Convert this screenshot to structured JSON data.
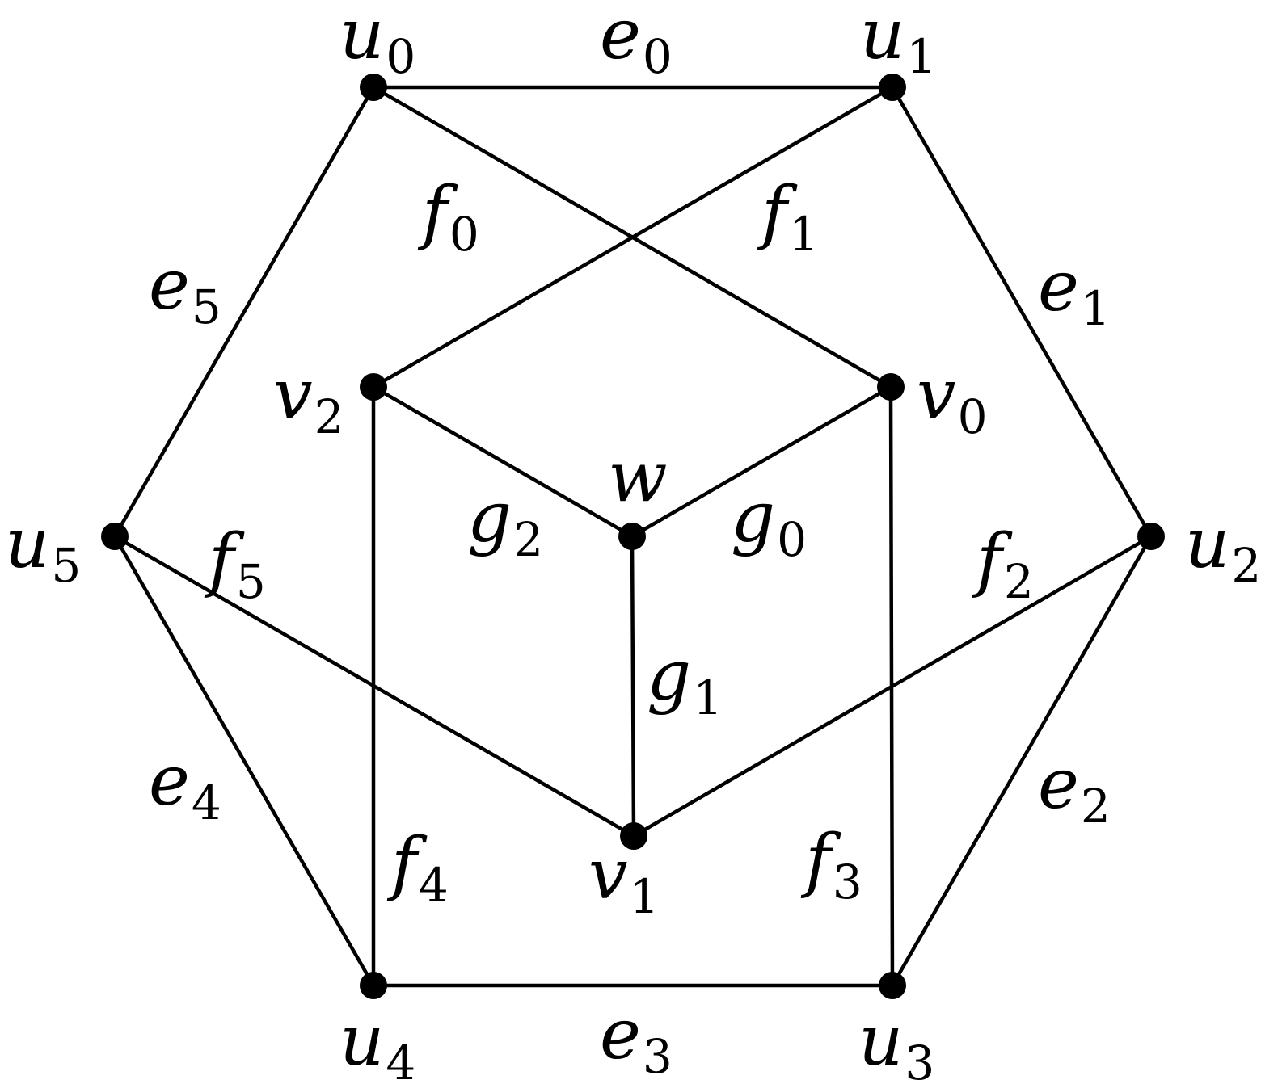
{
  "graph": {
    "vertices": [
      {
        "id": "u0",
        "name": "u",
        "sub": "0"
      },
      {
        "id": "u1",
        "name": "u",
        "sub": "1"
      },
      {
        "id": "u2",
        "name": "u",
        "sub": "2"
      },
      {
        "id": "u3",
        "name": "u",
        "sub": "3"
      },
      {
        "id": "u4",
        "name": "u",
        "sub": "4"
      },
      {
        "id": "u5",
        "name": "u",
        "sub": "5"
      },
      {
        "id": "v0",
        "name": "v",
        "sub": "0"
      },
      {
        "id": "v1",
        "name": "v",
        "sub": "1"
      },
      {
        "id": "v2",
        "name": "v",
        "sub": "2"
      },
      {
        "id": "w",
        "name": "w",
        "sub": ""
      }
    ],
    "edges": [
      {
        "id": "e0",
        "from": "u0",
        "to": "u1",
        "name": "e",
        "sub": "0"
      },
      {
        "id": "e1",
        "from": "u1",
        "to": "u2",
        "name": "e",
        "sub": "1"
      },
      {
        "id": "e2",
        "from": "u2",
        "to": "u3",
        "name": "e",
        "sub": "2"
      },
      {
        "id": "e3",
        "from": "u3",
        "to": "u4",
        "name": "e",
        "sub": "3"
      },
      {
        "id": "e4",
        "from": "u4",
        "to": "u5",
        "name": "e",
        "sub": "4"
      },
      {
        "id": "e5",
        "from": "u5",
        "to": "u0",
        "name": "e",
        "sub": "5"
      },
      {
        "id": "f0",
        "from": "u0",
        "to": "v0",
        "name": "f",
        "sub": "0"
      },
      {
        "id": "f1",
        "from": "u1",
        "to": "v2",
        "name": "f",
        "sub": "1"
      },
      {
        "id": "f2",
        "from": "u2",
        "to": "v1",
        "name": "f",
        "sub": "2"
      },
      {
        "id": "f3",
        "from": "u3",
        "to": "v0",
        "name": "f",
        "sub": "3"
      },
      {
        "id": "f4",
        "from": "u4",
        "to": "v2",
        "name": "f",
        "sub": "4"
      },
      {
        "id": "f5",
        "from": "u5",
        "to": "v1",
        "name": "f",
        "sub": "5"
      },
      {
        "id": "g0",
        "from": "w",
        "to": "v0",
        "name": "g",
        "sub": "0"
      },
      {
        "id": "g1",
        "from": "w",
        "to": "v1",
        "name": "g",
        "sub": "1"
      },
      {
        "id": "g2",
        "from": "w",
        "to": "v2",
        "name": "g",
        "sub": "2"
      }
    ]
  }
}
